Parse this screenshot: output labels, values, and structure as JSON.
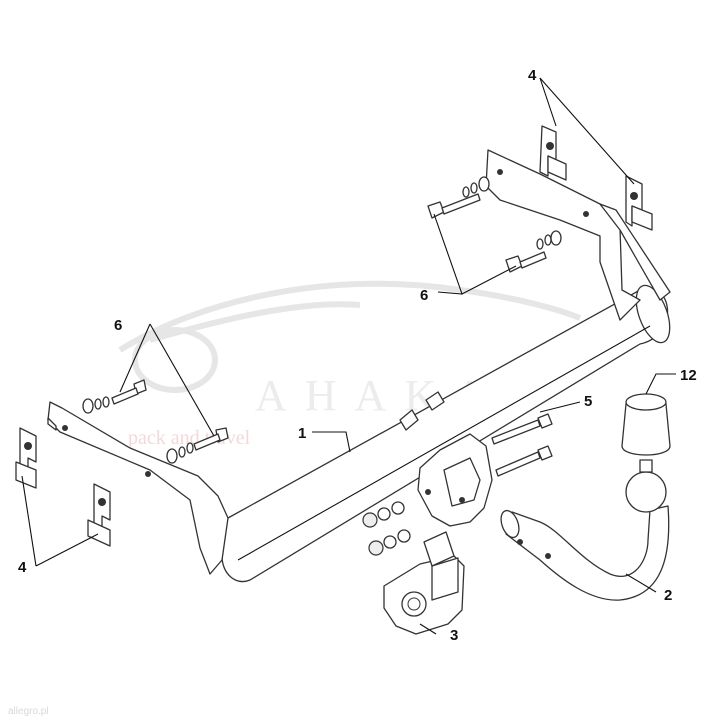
{
  "watermark": {
    "brand": "AHAKA",
    "tagline": "pack and travel",
    "footer": "allegro.pl"
  },
  "callouts": {
    "p1": "1",
    "p2": "2",
    "p3": "3",
    "p4_top": "4",
    "p4_left": "4",
    "p5": "5",
    "p6_left": "6",
    "p6_right": "6",
    "p12": "12"
  }
}
